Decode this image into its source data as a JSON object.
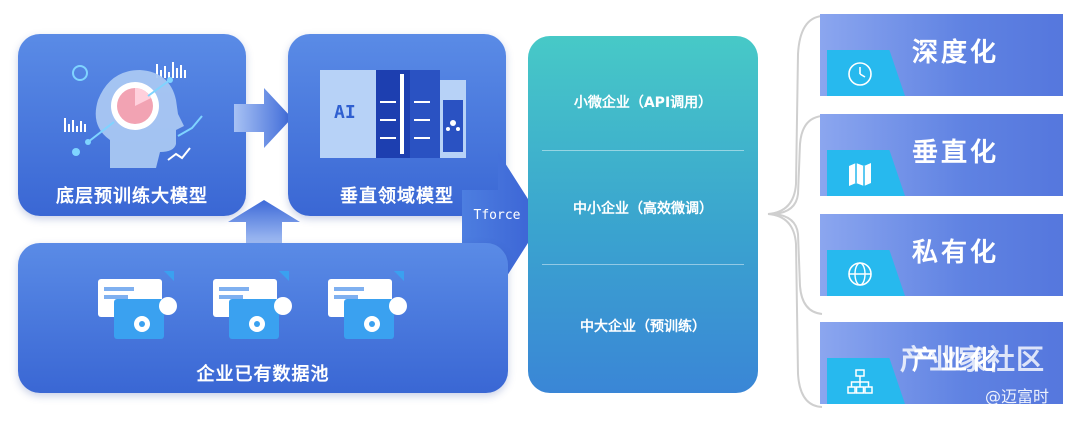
{
  "boxes": {
    "base_model": "底层预训练大模型",
    "vertical_model": "垂直领域模型",
    "data_pool": "企业已有数据池",
    "ai_label": "AI"
  },
  "tforce": "Tforce",
  "tiers": [
    "小微企业（API调用）",
    "中小企业（高效微调）",
    "中大企业（预训练）"
  ],
  "outcomes": [
    "深度化",
    "垂直化",
    "私有化",
    "产业化"
  ],
  "icons": {
    "outcome_1": "clock-icon",
    "outcome_2": "map-icon",
    "outcome_3": "box-icon",
    "outcome_4": "network-icon"
  },
  "colors": {
    "panel_blue": "#3f6fd8",
    "teal": "#47c9c7",
    "card_blue": "#6a8ae4",
    "tab_cyan": "#27b9ee"
  },
  "watermark": {
    "brand": "产业家社区",
    "handle": "@迈富时"
  }
}
